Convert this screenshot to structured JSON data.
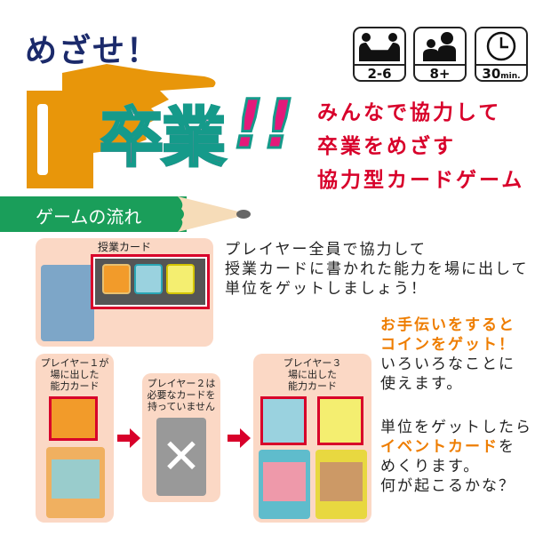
{
  "logo": {
    "catch": "めざせ！",
    "title": "卒業",
    "exclaim": "!!"
  },
  "info_icons": [
    {
      "icon": "players-table-icon",
      "label": "2-6"
    },
    {
      "icon": "age-people-icon",
      "label": "8+"
    },
    {
      "icon": "clock-icon",
      "label": "30",
      "unit": "min."
    }
  ],
  "tagline": [
    "みんなで協力して",
    "卒業をめざす",
    "協力型カードゲーム"
  ],
  "section": {
    "title": "ゲームの流れ"
  },
  "lesson_card": {
    "label": "授業カード",
    "abilities": [
      "speech-bubbles-icon",
      "laptop-icon",
      "people-icon"
    ]
  },
  "step1_text": [
    "プレイヤー全員で協力して",
    "授業カードに書かれた能力を場に出して",
    "単位をゲットしましょう！"
  ],
  "players": [
    {
      "label": [
        "プレイヤー１が",
        "場に出した",
        "能力カード"
      ]
    },
    {
      "label": [
        "プレイヤー２は",
        "必要なカードを",
        "持っていません"
      ]
    },
    {
      "label": [
        "プレイヤー３",
        "場に出した",
        "能力カード"
      ]
    }
  ],
  "coin_text": {
    "highlight": [
      "お手伝いをすると",
      "コインをゲット！"
    ],
    "body": [
      "いろいろなことに",
      "使えます。"
    ]
  },
  "event_text": {
    "line1": "単位をゲットしたら",
    "highlight": "イベントカード",
    "line2_suffix": "を",
    "line3": "めくります。",
    "line4": "何が起こるかな？"
  },
  "colors": {
    "orange": "#ee7d00",
    "red": "#d8002a",
    "green": "#1a9e5a",
    "navy": "#1b2a6b",
    "pink": "#e3197a",
    "peach": "#fbd8c5"
  }
}
